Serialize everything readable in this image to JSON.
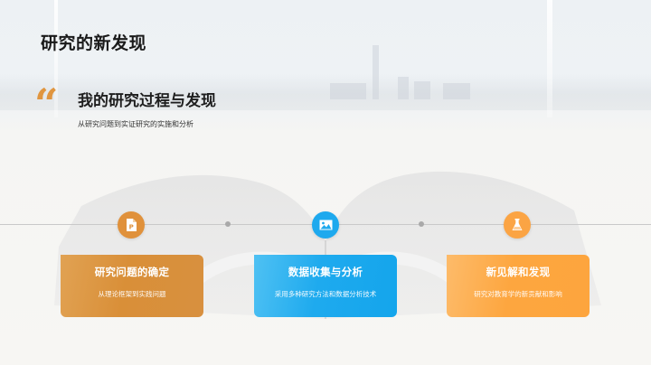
{
  "slide": {
    "title": "研究的新发现",
    "quote_icon": "quote-open-icon",
    "subtitle": "我的研究过程与发现",
    "description": "从研究问题到实证研究的实施和分析"
  },
  "steps": [
    {
      "icon": "document-p-icon",
      "title": "研究问题的确定",
      "desc": "从理论框架到实践问题",
      "color": "#d98f38"
    },
    {
      "icon": "image-icon",
      "title": "数据收集与分析",
      "desc": "采用多种研究方法和数据分析技术",
      "color": "#1eaaee"
    },
    {
      "icon": "flask-icon",
      "title": "新见解和发现",
      "desc": "研究对教育学的新贡献和影响",
      "color": "#fda63f"
    }
  ],
  "colors": {
    "accent_orange": "#e0953f",
    "accent_blue": "#1eaaee",
    "accent_light_orange": "#fda63f",
    "title_text": "#1a1a1a"
  }
}
